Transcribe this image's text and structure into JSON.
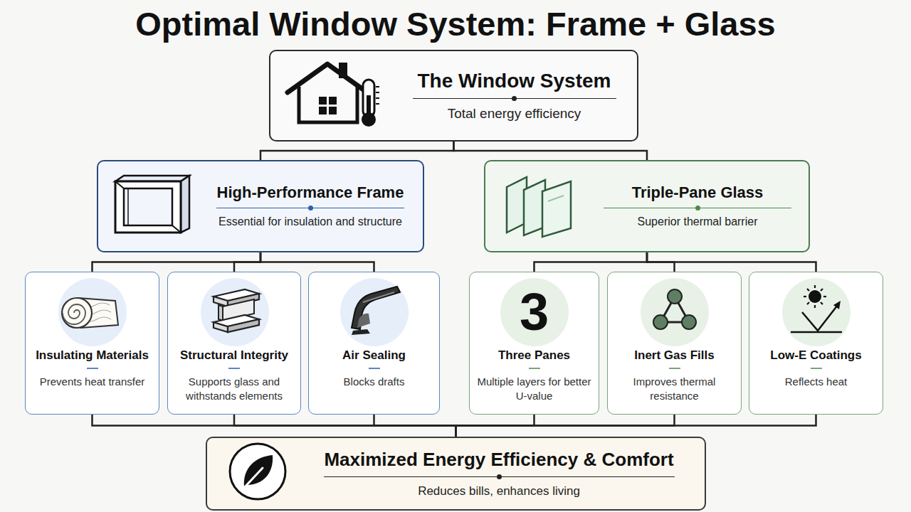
{
  "diagram": {
    "title": "Optimal Window System: Frame + Glass",
    "nodes": [
      {
        "text": [
          "The Window System",
          "Total energy efficiency"
        ]
      },
      {
        "text": [
          "High-Performance Frame",
          "Essential for insulation and structure"
        ]
      },
      {
        "text": [
          "Triple-Pane Glass",
          "Superior thermal barrier"
        ]
      },
      {
        "text": [
          "Insulating Materials",
          "Prevents heat transfer"
        ]
      },
      {
        "text": [
          "Structural Integrity",
          "Supports glass and withstands elements"
        ]
      },
      {
        "text": [
          "Air Sealing",
          "Blocks drafts"
        ]
      },
      {
        "text": [
          "3",
          "Three Panes",
          "Multiple layers for better U-value"
        ]
      },
      {
        "text": [
          "Inert Gas Fills",
          "Improves thermal resistance"
        ]
      },
      {
        "text": [
          "Low-E Coatings",
          "Reflects heat"
        ]
      },
      {
        "text": [
          "Maximized Energy Efficiency & Comfort",
          "Reduces bills, enhances living"
        ]
      }
    ],
    "edges": [
      {
        "from": 0,
        "to": 1,
        "arrow": "none"
      },
      {
        "from": 0,
        "to": 2,
        "arrow": "none"
      },
      {
        "from": 1,
        "to": 3,
        "arrow": "none"
      },
      {
        "from": 1,
        "to": 4,
        "arrow": "none"
      },
      {
        "from": 1,
        "to": 5,
        "arrow": "none"
      },
      {
        "from": 2,
        "to": 6,
        "arrow": "none"
      },
      {
        "from": 2,
        "to": 7,
        "arrow": "none"
      },
      {
        "from": 2,
        "to": 8,
        "arrow": "none"
      },
      {
        "from": 3,
        "to": 9,
        "arrow": "none"
      },
      {
        "from": 4,
        "to": 9,
        "arrow": "none"
      },
      {
        "from": 5,
        "to": 9,
        "arrow": "none"
      },
      {
        "from": 6,
        "to": 9,
        "arrow": "none"
      },
      {
        "from": 7,
        "to": 9,
        "arrow": "none"
      },
      {
        "from": 8,
        "to": 9,
        "arrow": "none"
      }
    ]
  }
}
